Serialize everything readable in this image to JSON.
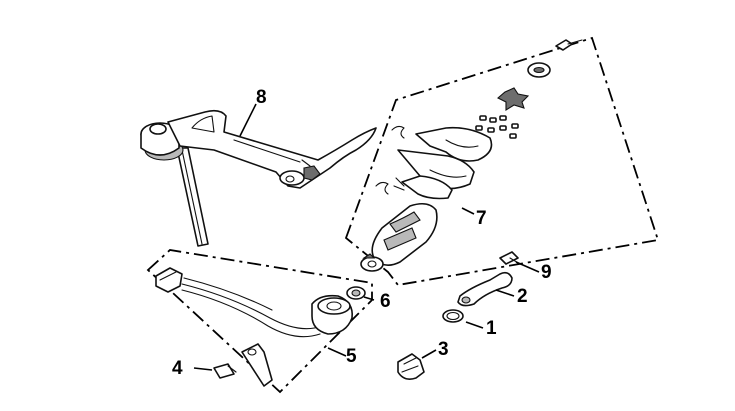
{
  "callouts": {
    "c1": "1",
    "c2": "2",
    "c3": "3",
    "c4": "4",
    "c5": "5",
    "c6": "6",
    "c7": "7",
    "c8": "8",
    "c9": "9"
  },
  "colors": {
    "line": "#111111",
    "shade": "#b9b9b9",
    "background": "#ffffff"
  }
}
